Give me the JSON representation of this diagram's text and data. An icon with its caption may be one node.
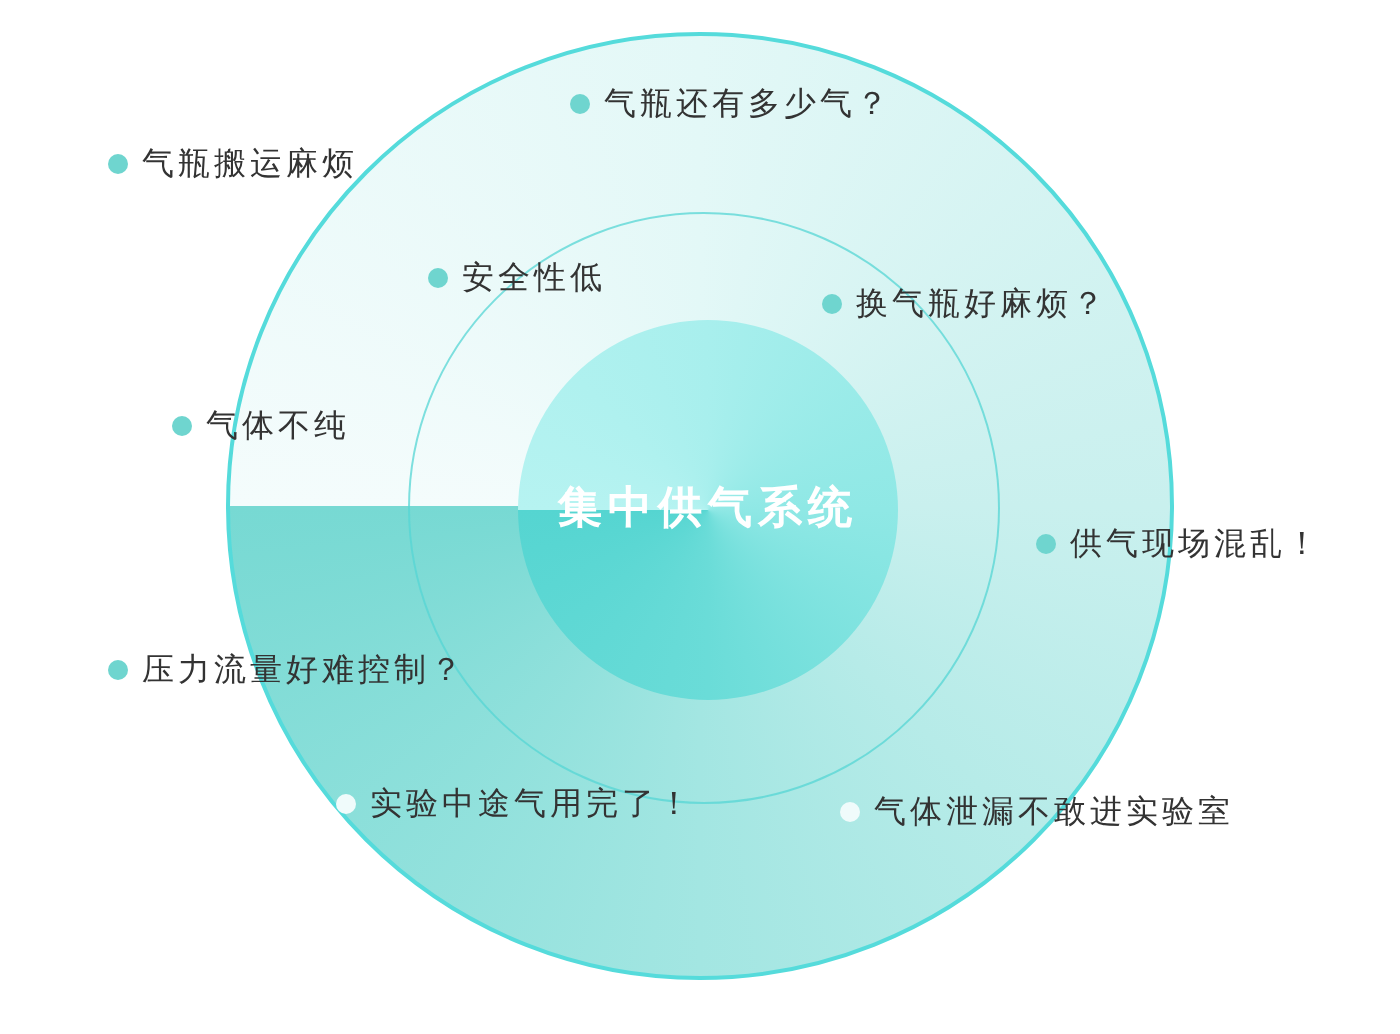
{
  "diagram": {
    "nodes": [
      {
        "text": [],
        "shape": "circle"
      },
      {
        "text": [],
        "shape": "circle",
        "in": 0
      },
      {
        "text": [
          "集中供气系统"
        ],
        "in": 1
      }
    ],
    "labels": [
      "气瓶还有多少气？",
      "气瓶搬运麻烦",
      "安全性低",
      "换气瓶好麻烦？",
      "气体不纯",
      "供气现场混乱！",
      "压力流量好难控制？",
      "实验中途气用完了！",
      "气体泄漏不敢进实验室"
    ]
  }
}
